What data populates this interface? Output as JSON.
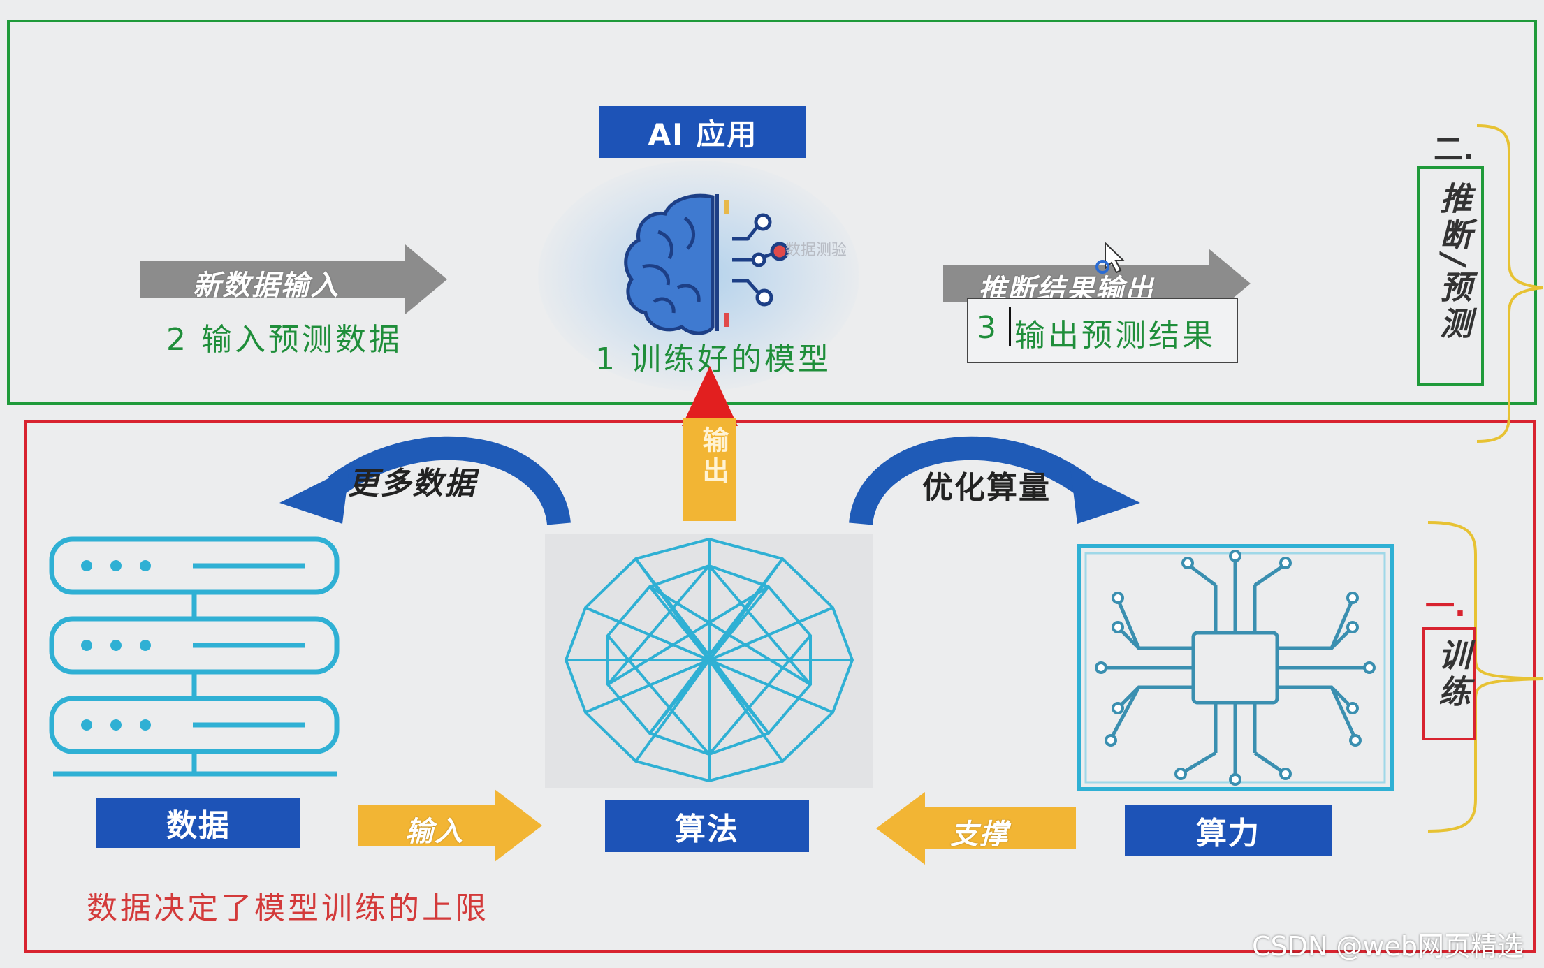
{
  "top": {
    "ai_app_label": "AI 应用",
    "input_arrow_label": "新数据输入",
    "step2_text": "2 输入预测数据",
    "model_text": "1 训练好的模型",
    "output_arrow_label": "推断结果输出",
    "step3_number": "3",
    "step3_text": "输出预测结果",
    "faint_text": "数据测验"
  },
  "side": {
    "inference_number": "二.",
    "inference_label": "推断/预测",
    "training_number": "一.",
    "training_label": "训练"
  },
  "bottom": {
    "output_label": "输出",
    "more_data_label": "更多数据",
    "optimize_label": "优化算量",
    "data_label": "数据",
    "algorithm_label": "算法",
    "compute_label": "算力",
    "input_arrow_label": "输入",
    "support_arrow_label": "支撑",
    "limit_text": "数据决定了模型训练的上限"
  },
  "watermark": "CSDN @web网页精选",
  "colors": {
    "green": "#1f9a3a",
    "red": "#d8232f",
    "blue": "#1d53b7",
    "cyan": "#2fb0d4",
    "gold": "#f2b534",
    "gray_arrow": "#8c8c8c"
  }
}
